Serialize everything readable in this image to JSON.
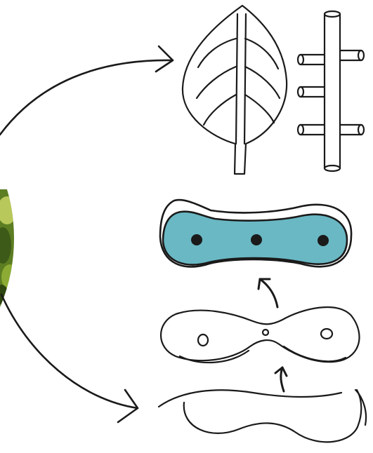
{
  "diagram": {
    "colors": {
      "ink": "#1a1a1a",
      "background": "#ffffff",
      "accent_fill": "#69b8c4",
      "photo_dark": "#3d5a18",
      "photo_mid": "#7a9a2e",
      "photo_light": "#b8c85a"
    },
    "elements": [
      {
        "name": "plant-photo-crop",
        "kind": "image"
      },
      {
        "name": "arrow-to-leaf-and-stem",
        "kind": "arrow"
      },
      {
        "name": "arrow-to-cell-sequence",
        "kind": "arrow"
      },
      {
        "name": "leaf-icon",
        "kind": "icon"
      },
      {
        "name": "stem-icon",
        "kind": "icon"
      },
      {
        "name": "rounded-dumbbell-shape-filled",
        "kind": "shape"
      },
      {
        "name": "step-arrow-upper",
        "kind": "arrow"
      },
      {
        "name": "pinched-outline-shape",
        "kind": "shape"
      },
      {
        "name": "step-arrow-lower",
        "kind": "arrow"
      },
      {
        "name": "wavy-outline-shape",
        "kind": "shape"
      }
    ]
  }
}
